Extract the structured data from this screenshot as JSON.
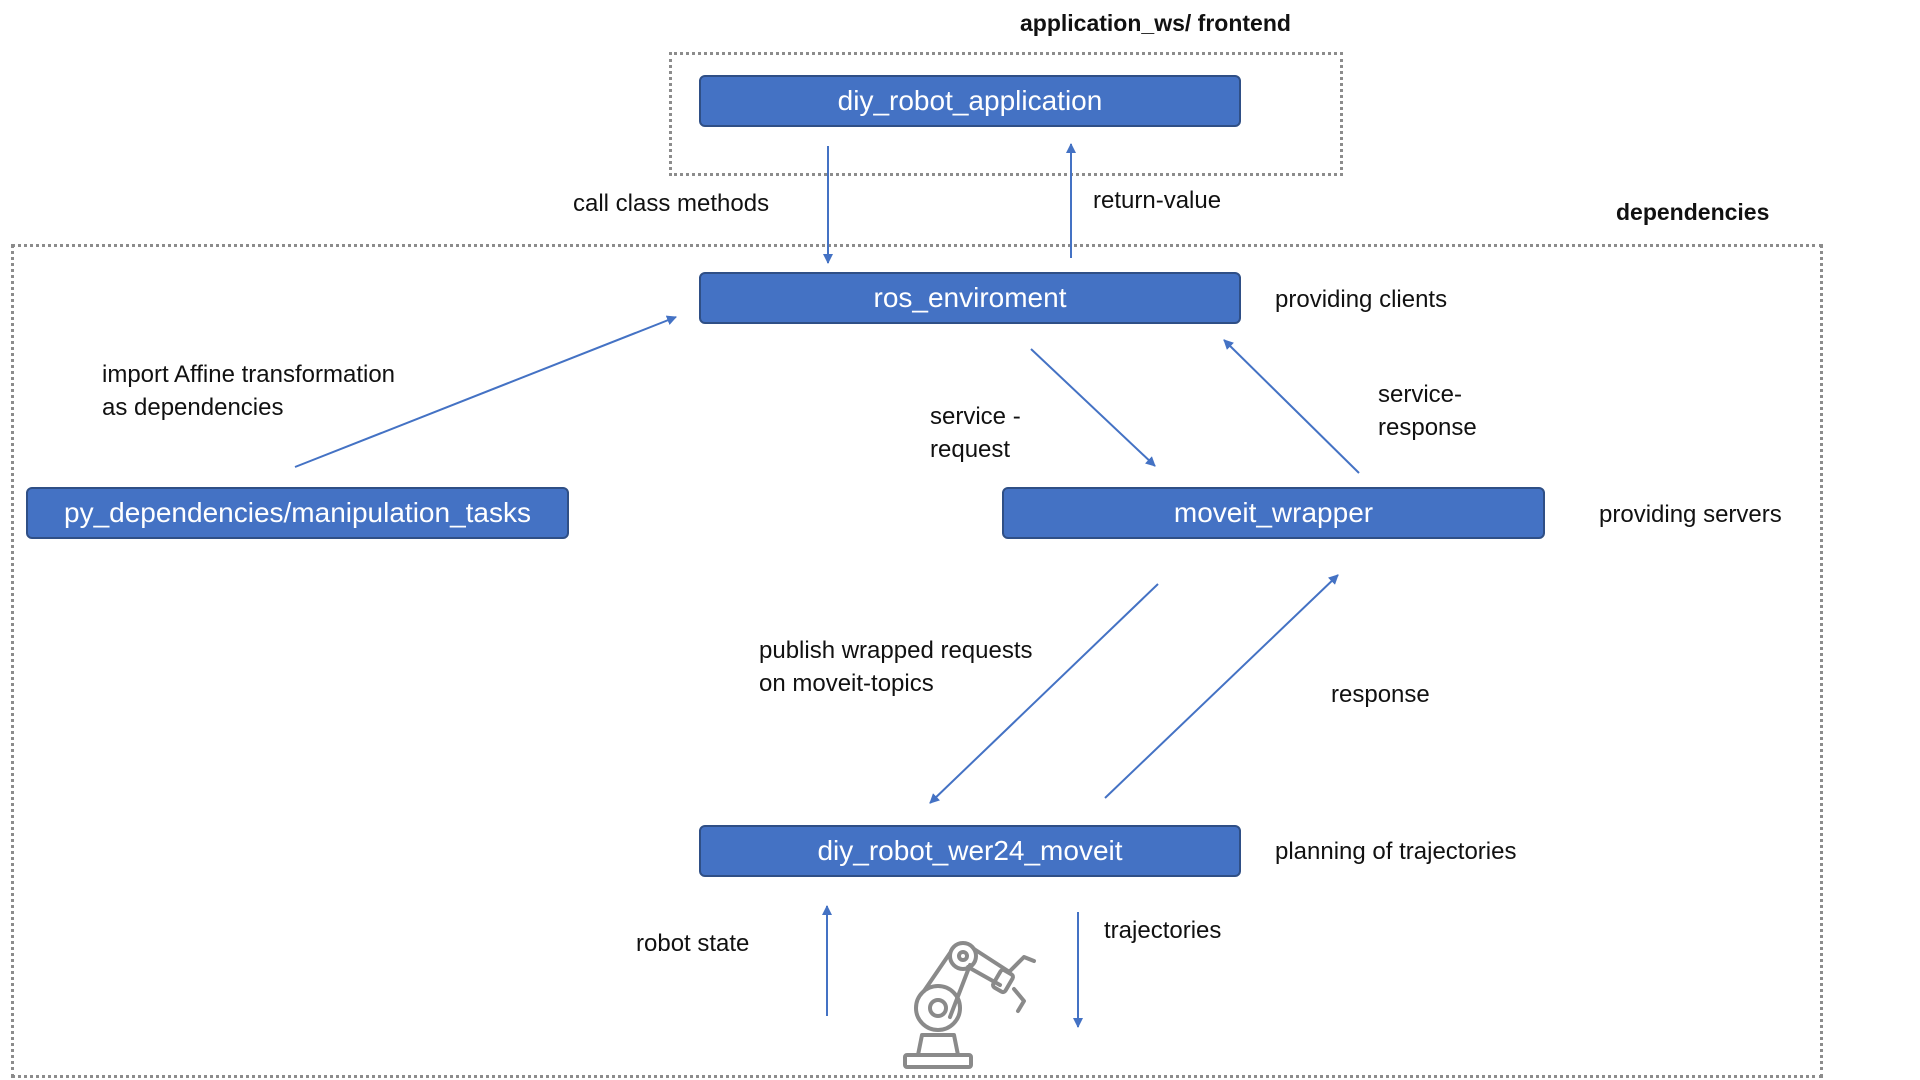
{
  "groups": {
    "frontend_title": "application_ws/ frontend",
    "dependencies_title": "dependencies"
  },
  "nodes": {
    "app": "diy_robot_application",
    "ros_env": "ros_enviroment",
    "py_deps": "py_dependencies/manipulation_tasks",
    "moveit_wrapper": "moveit_wrapper",
    "moveit": "diy_robot_wer24_moveit"
  },
  "labels": {
    "call_methods": "call class methods",
    "return_value": "return-value",
    "providing_clients": "providing clients",
    "import_line1": "import Affine transformation",
    "import_line2": "as dependencies",
    "service_request_line1": "service -",
    "service_request_line2": "request",
    "service_response_line1": "service-",
    "service_response_line2": "response",
    "providing_servers": "providing servers",
    "publish_line1": "publish wrapped requests",
    "publish_line2": "on moveit-topics",
    "response": "response",
    "planning": "planning of trajectories",
    "robot_state": "robot state",
    "trajectories": "trajectories"
  },
  "icons": {
    "robot": "robot-arm-icon"
  },
  "colors": {
    "node_fill": "#4472c4",
    "node_border": "#2f4f86",
    "arrow": "#4472c4",
    "group_border": "#8c8c8c"
  }
}
